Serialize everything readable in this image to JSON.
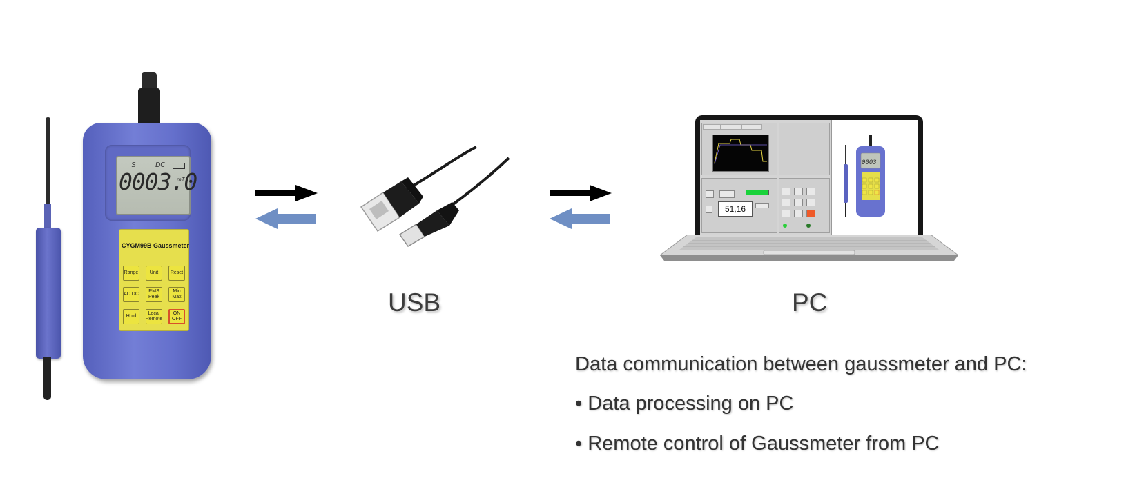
{
  "meter": {
    "model": "CYGM99B Gaussmeter",
    "lcd_s": "S",
    "lcd_dc": "DC",
    "lcd_value": "0003.0",
    "lcd_unit": "mT",
    "buttons": [
      {
        "label": "Range"
      },
      {
        "label": "Unit"
      },
      {
        "label": "Reset"
      },
      {
        "label": "AC DC"
      },
      {
        "label": "RMS Peak"
      },
      {
        "label": "Min Max"
      },
      {
        "label": "Hold"
      },
      {
        "label": "Local Remote"
      },
      {
        "label": "ON OFF"
      }
    ]
  },
  "usb_label": "USB",
  "pc_label": "PC",
  "screen": {
    "readout": "51,16"
  },
  "arrows": {
    "forward_color": "#000000",
    "back_color": "#6f8fc4"
  },
  "description": {
    "heading": "Data communication between gaussmeter and PC:",
    "bullets": [
      "• Data processing on PC",
      "• Remote control of Gaussmeter from PC"
    ]
  }
}
